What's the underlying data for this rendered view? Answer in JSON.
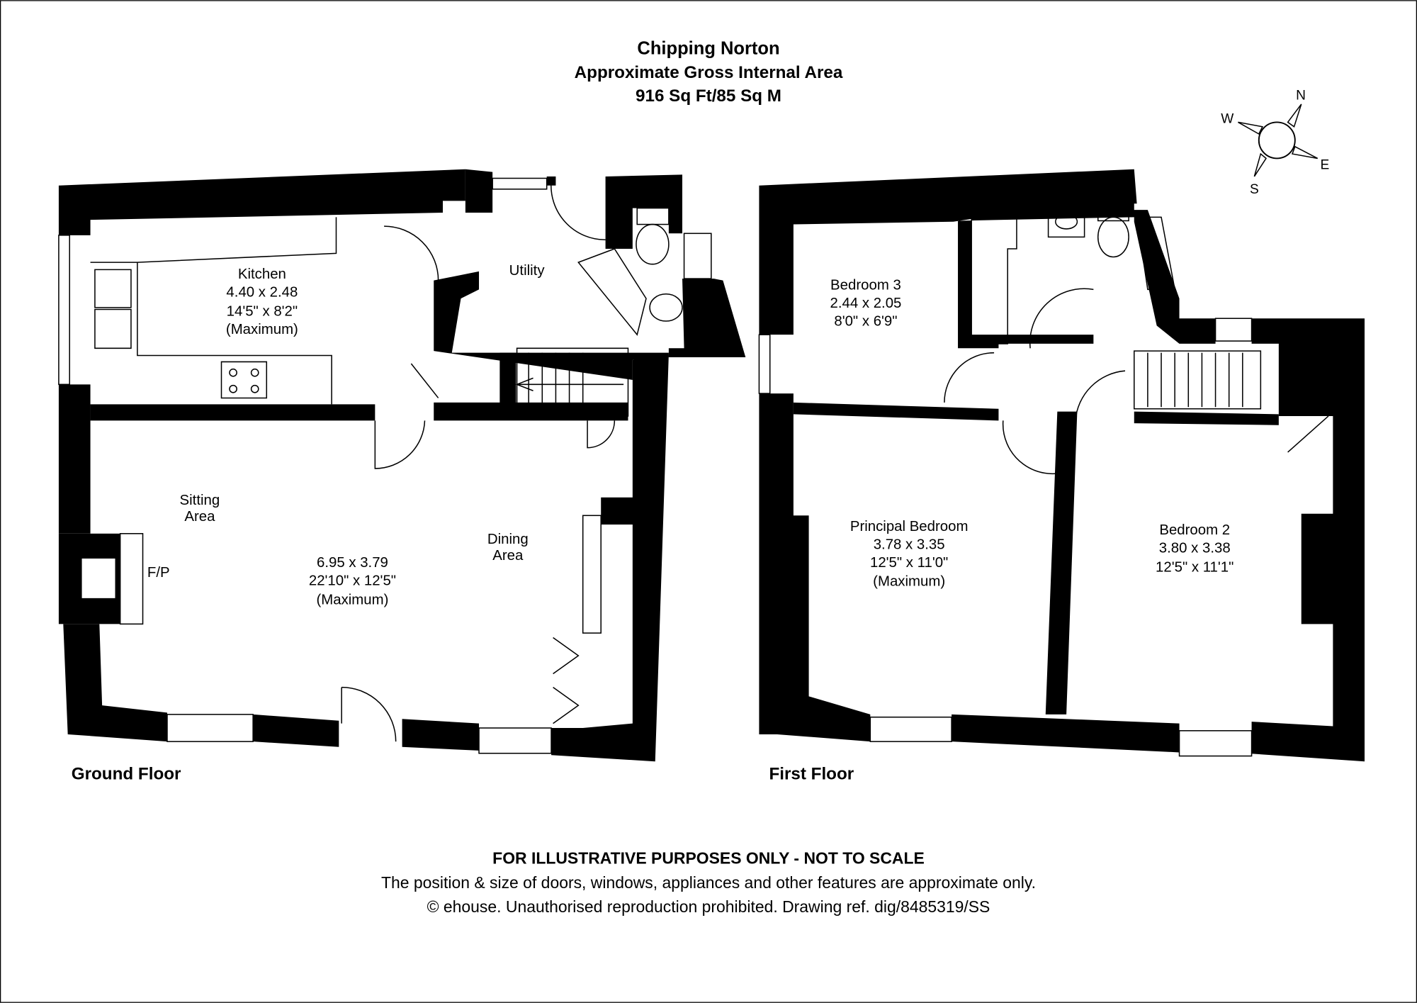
{
  "header": {
    "title": "Chipping Norton",
    "subtitle": "Approximate Gross Internal Area",
    "area": "916 Sq Ft/85 Sq M"
  },
  "compass": {
    "n": "N",
    "e": "E",
    "s": "S",
    "w": "W"
  },
  "ground_floor": {
    "label": "Ground Floor",
    "kitchen": {
      "name": "Kitchen",
      "metric": "4.40 x 2.48",
      "imperial": "14'5\" x 8'2\"",
      "note": "(Maximum)"
    },
    "utility": {
      "name": "Utility"
    },
    "sitting": {
      "line1": "Sitting",
      "line2": "Area"
    },
    "fireplace": "F/P",
    "living": {
      "metric": "6.95 x 3.79",
      "imperial": "22'10\" x 12'5\"",
      "note": "(Maximum)"
    },
    "dining": {
      "line1": "Dining",
      "line2": "Area"
    }
  },
  "first_floor": {
    "label": "First Floor",
    "bedroom3": {
      "name": "Bedroom 3",
      "metric": "2.44 x 2.05",
      "imperial": "8'0\" x 6'9\""
    },
    "principal": {
      "name": "Principal Bedroom",
      "metric": "3.78 x 3.35",
      "imperial": "12'5\" x 11'0\"",
      "note": "(Maximum)"
    },
    "bedroom2": {
      "name": "Bedroom 2",
      "metric": "3.80 x 3.38",
      "imperial": "12'5\" x 11'1\""
    }
  },
  "footer": {
    "disclaimer": "FOR ILLUSTRATIVE PURPOSES ONLY - NOT TO SCALE",
    "note": "The position & size of doors, windows, appliances and other features are approximate only.",
    "copyright": "© ehouse. Unauthorised reproduction prohibited. Drawing ref. dig/8485319/SS"
  }
}
